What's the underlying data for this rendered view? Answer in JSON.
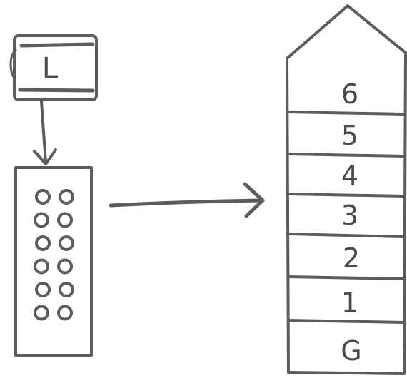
{
  "colors": {
    "ink": "#5c5c5c",
    "text": "#4a4a4a",
    "background": "#ffffff"
  },
  "lift": {
    "label": "L"
  },
  "button_panel": {
    "rows": 6,
    "columns": 2
  },
  "building": {
    "floors": [
      "6",
      "5",
      "4",
      "3",
      "2",
      "1",
      "G"
    ]
  }
}
